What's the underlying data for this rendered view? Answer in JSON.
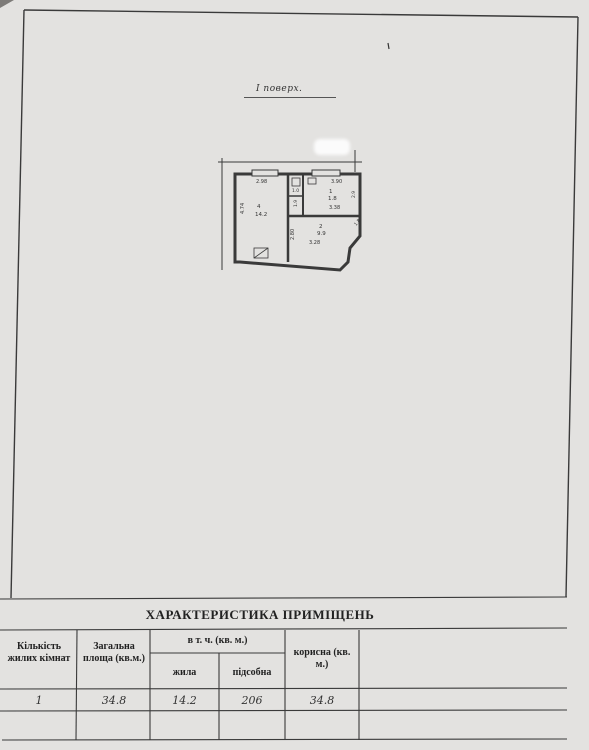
{
  "floor_label": "I поверх.",
  "plan": {
    "dims": {
      "top_left": "2.98",
      "wc_width": "1.0",
      "top_right": "3.90",
      "left_height": "4.74",
      "bath_height": "1.9",
      "bath_side": "2.9",
      "mid_width": "3.38",
      "lower_left_height": "2.80",
      "bottom": "3.28",
      "corner": "1.8"
    },
    "rooms": [
      {
        "number": "4",
        "area": "14.2"
      },
      {
        "number": "1",
        "area": "1.8"
      },
      {
        "number": "2",
        "area": "9.9"
      }
    ]
  },
  "table": {
    "title": "ХАРАКТЕРИСТИКА ПРИМІЩЕНЬ",
    "headers": {
      "rooms_count": "Кількість жилих кімнат",
      "total_area": "Загальна площа (кв.м.)",
      "incl": "в т. ч. (кв. м.)",
      "living": "жила",
      "auxiliary": "підсобна",
      "useful": "корисна (кв. м.)"
    },
    "row": {
      "rooms_count": "1",
      "total_area": "34.8",
      "living": "14.2",
      "auxiliary": "206",
      "useful": "34.8"
    }
  },
  "colors": {
    "paper": "#e3e2e0",
    "ink": "#2a2a2a",
    "background": "#7d7b78"
  }
}
